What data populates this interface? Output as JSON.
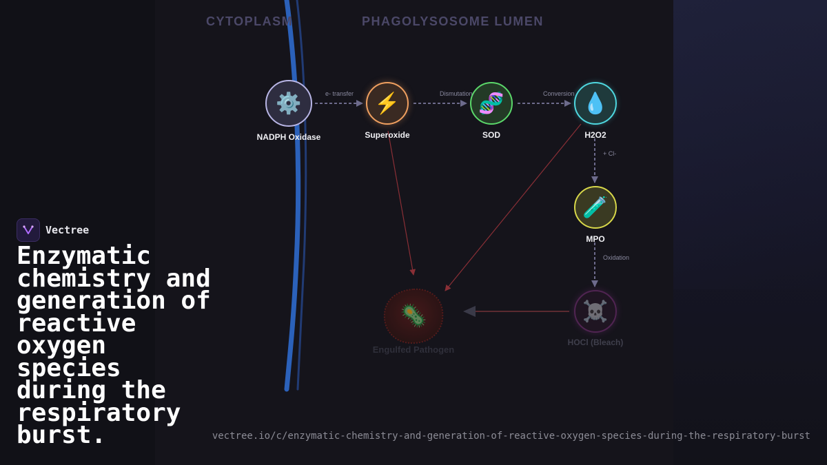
{
  "brand": {
    "name": "Vectree",
    "logo_icon": "vectree-logo-icon"
  },
  "title": "Enzymatic chemistry and generation of reactive oxygen species during the respiratory burst.",
  "url": "vectree.io/c/enzymatic-chemistry-and-generation-of-reactive-oxygen-species-during-the-respiratory-burst",
  "regions": {
    "left": "CYTOPLASM",
    "right": "PHAGOLYSOSOME LUMEN"
  },
  "nodes": {
    "nadph": {
      "label": "NADPH Oxidase",
      "icon": "⚙️",
      "icon_name": "gear-icon",
      "color": "#b9b6e6"
    },
    "superoxide": {
      "label": "Superoxide",
      "icon": "⚡",
      "icon_name": "lightning-icon",
      "color": "#f0a060"
    },
    "sod": {
      "label": "SOD",
      "icon": "🧬",
      "icon_name": "dna-icon",
      "color": "#5bd86a"
    },
    "h2o2": {
      "label": "H2O2",
      "icon": "💧",
      "icon_name": "droplet-icon",
      "color": "#4fd8e0"
    },
    "mpo": {
      "label": "MPO",
      "icon": "🧪",
      "icon_name": "test-tube-icon",
      "color": "#d8d84a"
    },
    "hocl": {
      "label": "HOCl (Bleach)",
      "icon": "☠️",
      "icon_name": "skull-icon",
      "color": "#a040a0"
    },
    "pathogen": {
      "label": "Engulfed Pathogen",
      "icon": "🦠",
      "icon_name": "microbe-icon",
      "color": "#c0392b"
    }
  },
  "edges": {
    "e_transfer": "e- transfer",
    "dismutation": "Dismutation",
    "conversion": "Conversion",
    "plus_cl": "+ Cl-",
    "oxidation": "Oxidation"
  },
  "colors": {
    "membrane": "#2f6fd6",
    "dashed_arrow": "#6d6b8c",
    "attack_line": "#8a2f36"
  }
}
